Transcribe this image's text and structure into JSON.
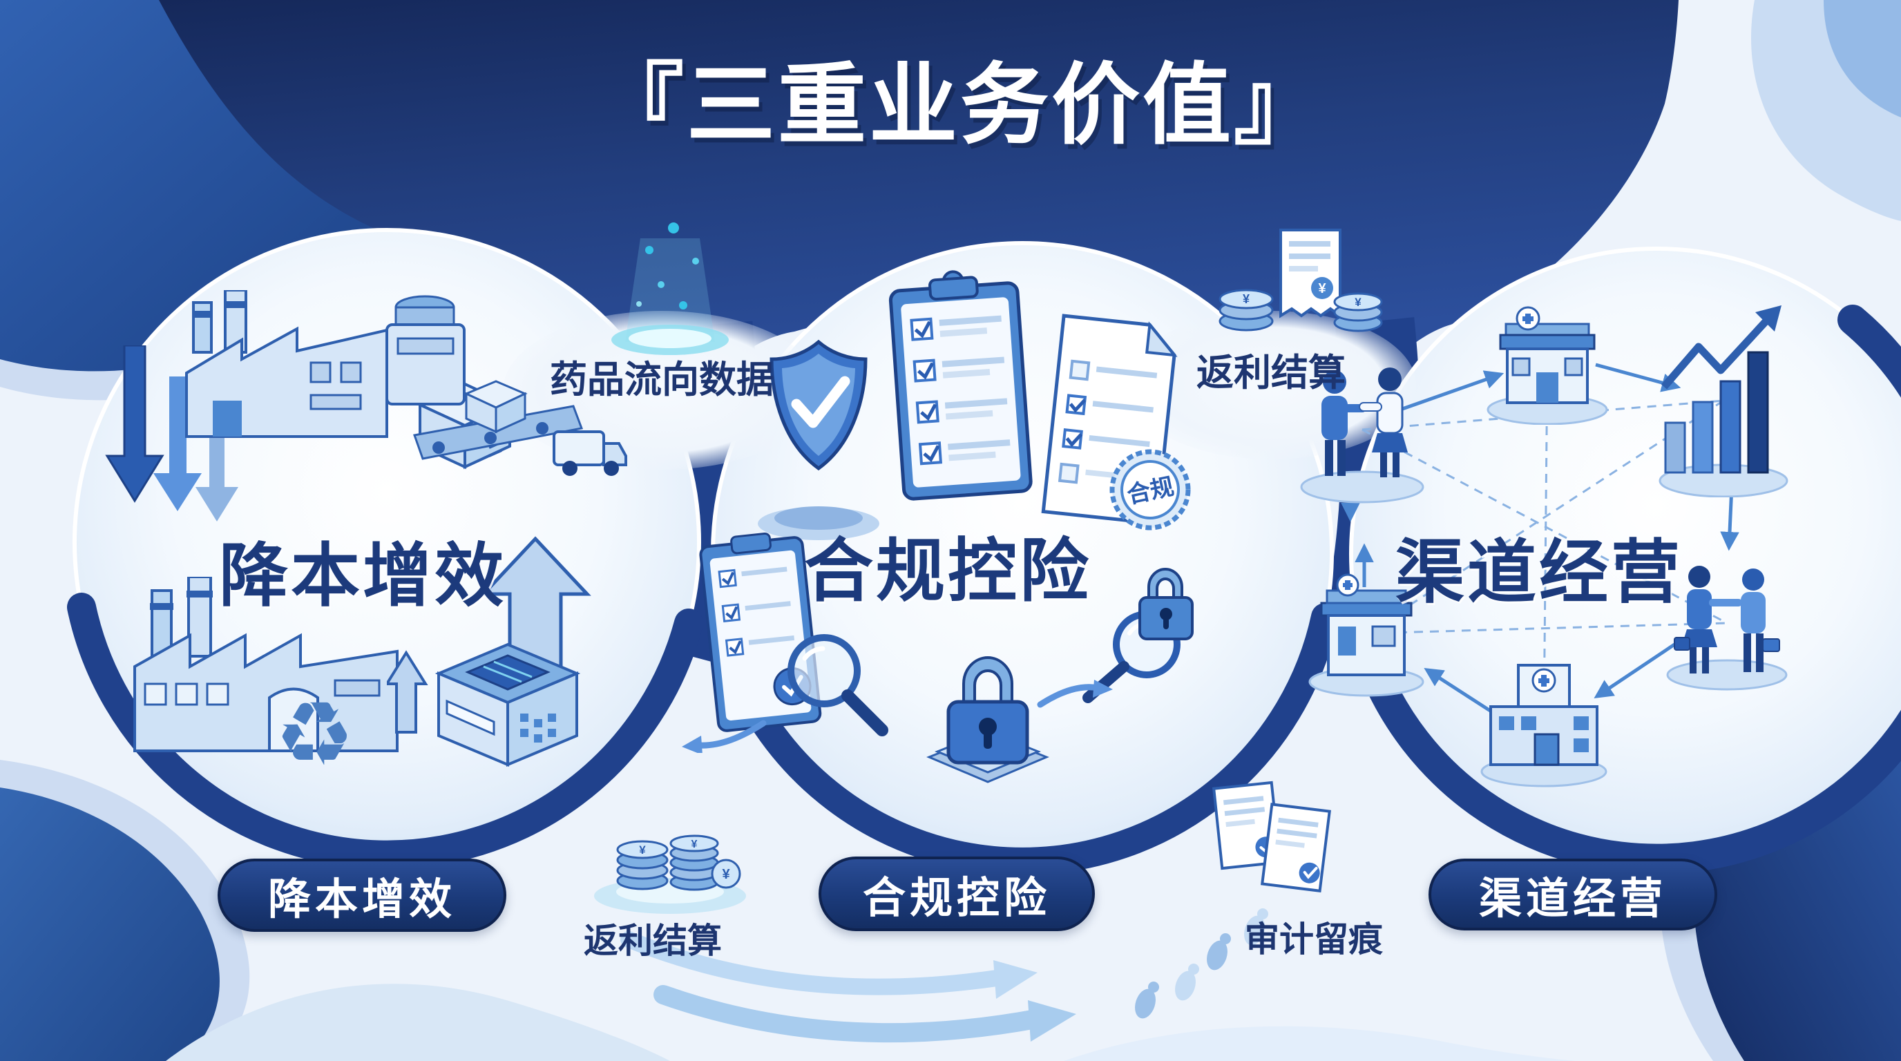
{
  "title": "『三重业务价值』",
  "sections": [
    {
      "id": "cost-efficiency",
      "circle_label": "降本增效",
      "pill_label": "降本增效"
    },
    {
      "id": "compliance-risk",
      "circle_label": "合规控险",
      "pill_label": "合规控险",
      "seal_text": "合规"
    },
    {
      "id": "channel-operation",
      "circle_label": "渠道经营",
      "pill_label": "渠道经营"
    }
  ],
  "annotations": {
    "drug_flow_data": "药品流向数据",
    "rebate_settlement_top": "返利结算",
    "rebate_settlement_bottom": "返利结算",
    "audit_trail": "审计留痕"
  },
  "icons": {
    "recycle_glyph": "♻",
    "yen": "¥",
    "list_left": [
      "factory-icon",
      "down-arrows-icon",
      "package-box-icon",
      "conveyor-truck-icon",
      "factory2-icon",
      "recycle-icon",
      "up-arrows-icon",
      "scanner-machine-icon"
    ],
    "list_middle": [
      "hologram-data-icon",
      "shield-check-icon",
      "clipboard-checklist-icon",
      "document-checklist-icon",
      "compliance-seal-icon",
      "magnifier-icon",
      "padlock-icon"
    ],
    "list_right": [
      "pharmacy-icon",
      "handshake-people-icon",
      "bar-chart-growth-icon",
      "hospital-icon",
      "network-links-icon"
    ],
    "list_bottom": [
      "coins-icon",
      "rebate-coins-receipt-icon",
      "audit-documents-icon",
      "footprints-icon",
      "flow-arrows-icon"
    ]
  },
  "colors": {
    "background": "#edf3fb",
    "deep_navy": "#16295b",
    "navy": "#20418c",
    "medium_blue": "#3b74c9",
    "sky_blue": "#8fb4e2",
    "light_blue": "#cfe2f6",
    "cyan": "#35c3e8",
    "text_navy": "#1c3a7c",
    "white": "#ffffff"
  }
}
